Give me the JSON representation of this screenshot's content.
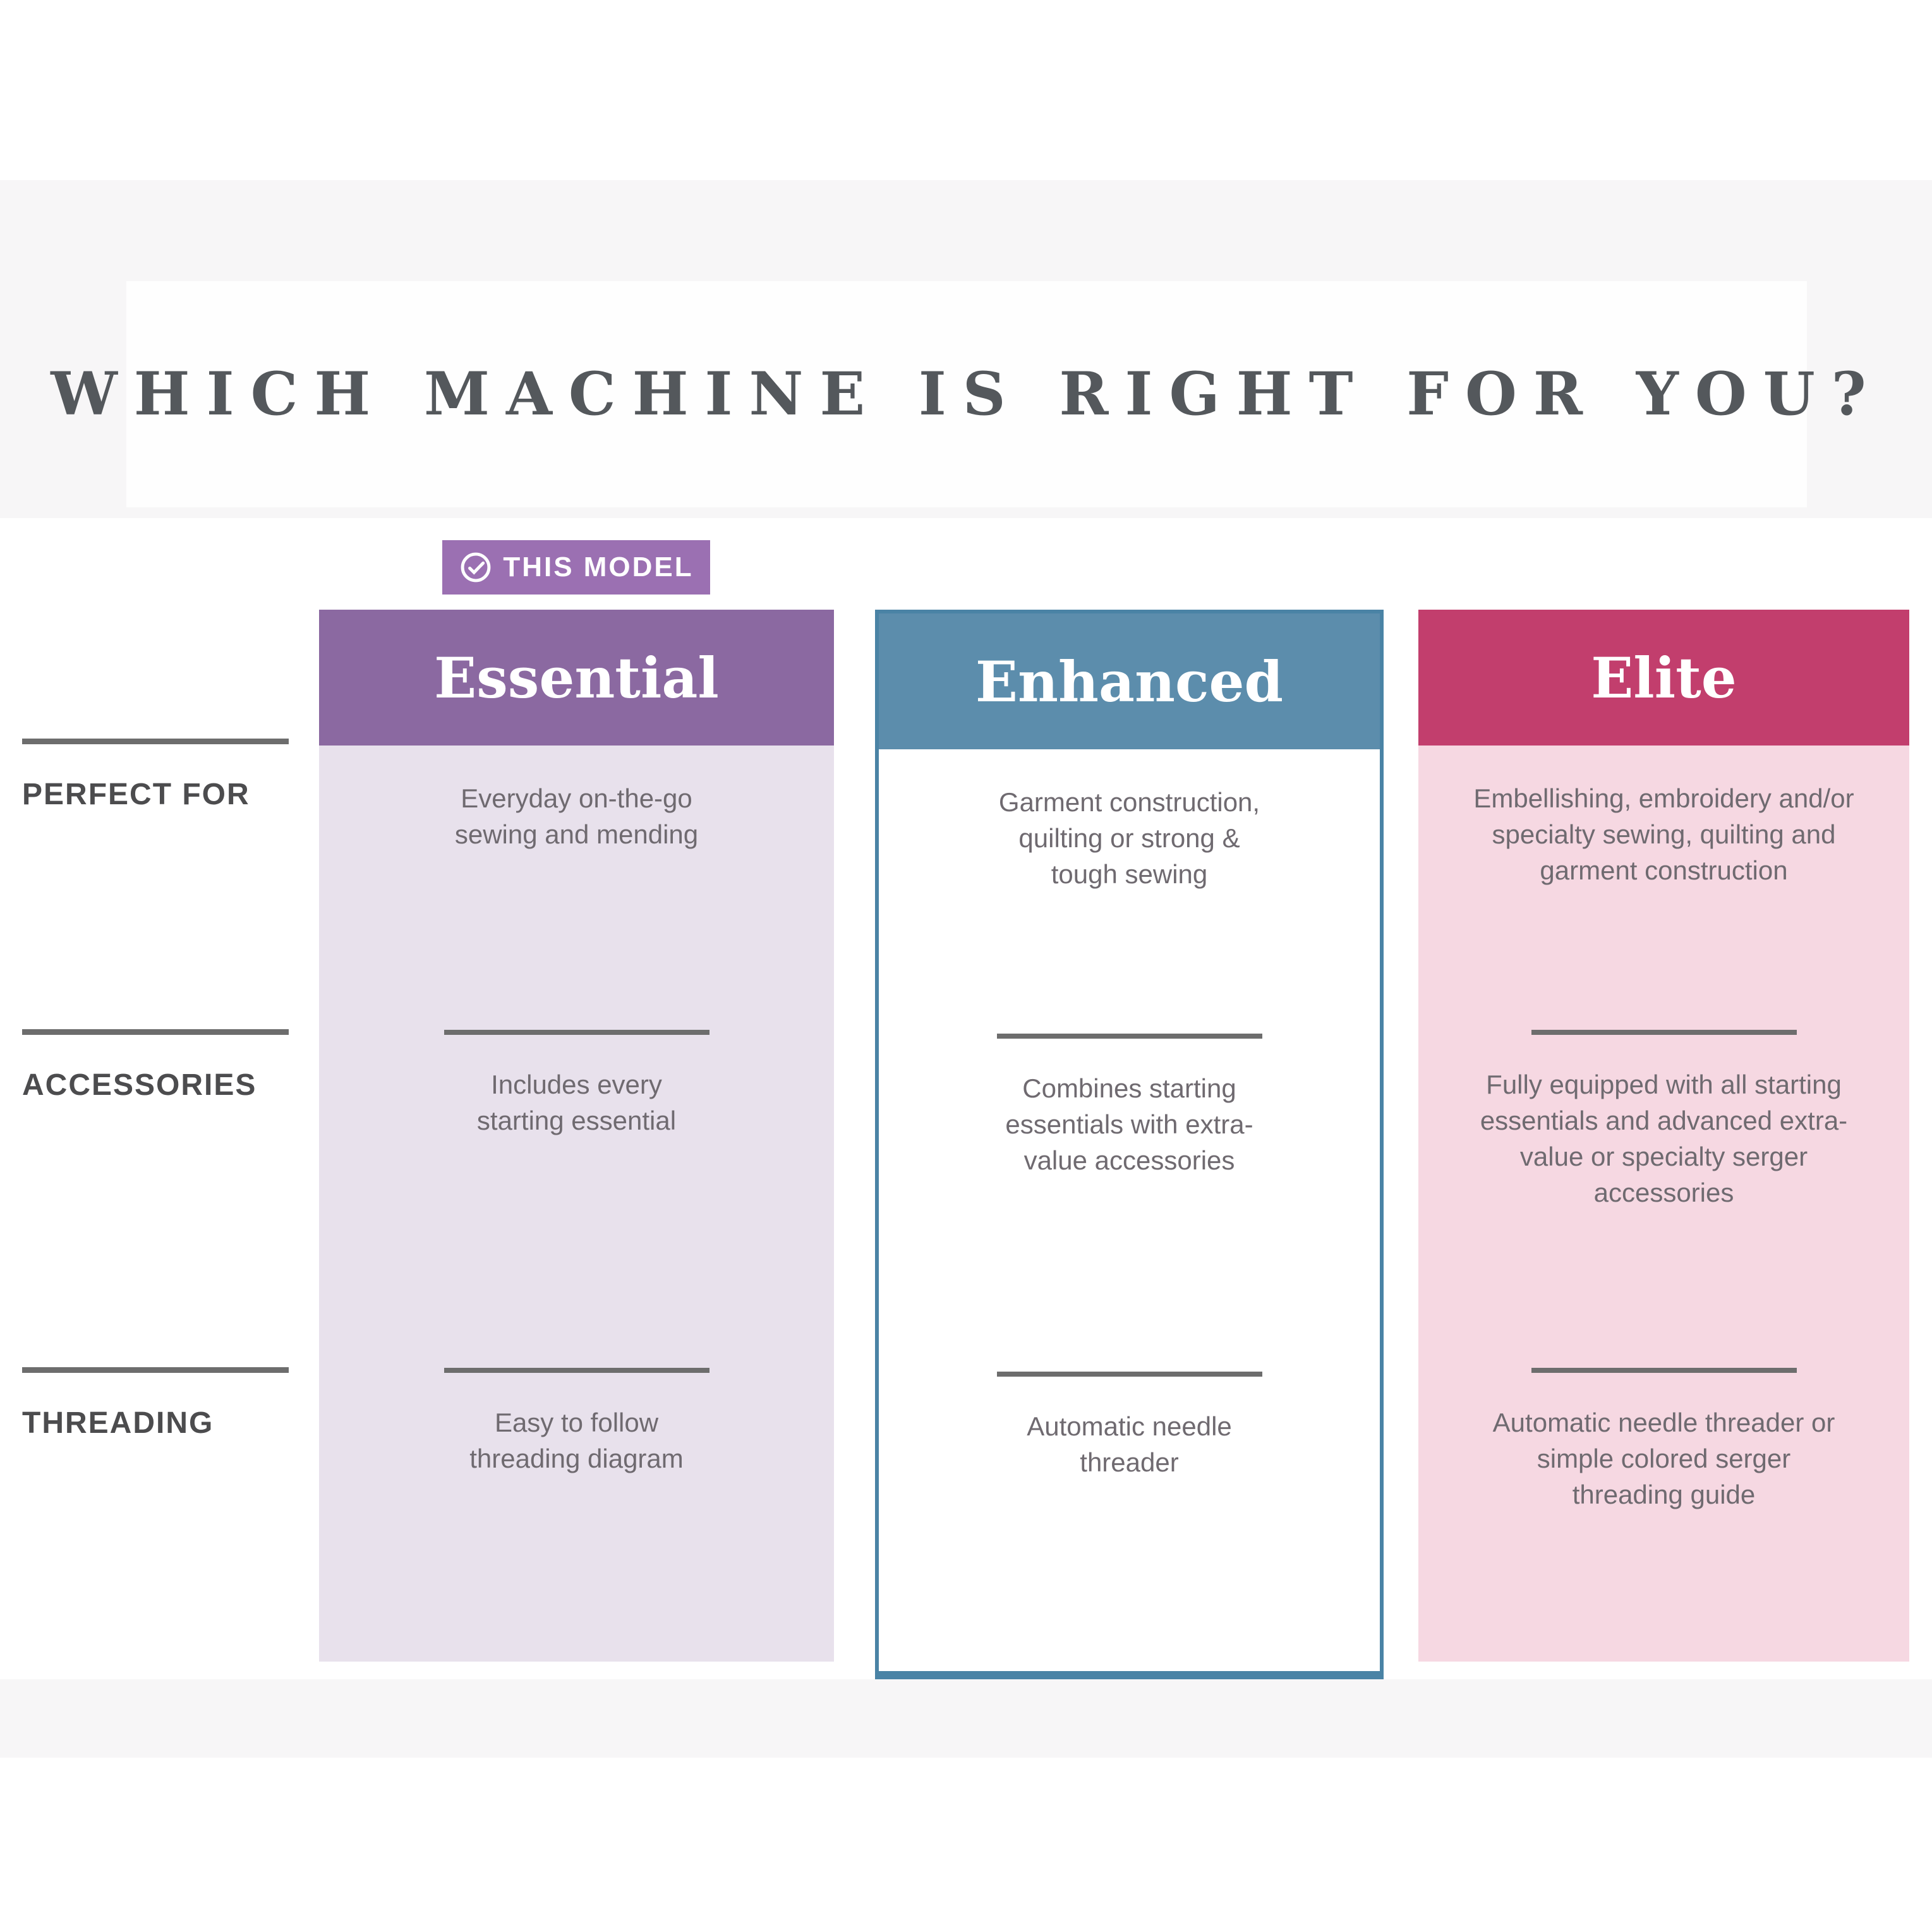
{
  "title": "WHICH MACHINE IS RIGHT FOR YOU?",
  "badge": {
    "label": "THIS MODEL",
    "icon": "check-circle-icon",
    "color": "#9b70b2"
  },
  "row_labels": {
    "perfect_for": "PERFECT FOR",
    "accessories": "ACCESSORIES",
    "threading": "THREADING"
  },
  "colors": {
    "band_gray": "#f7f6f7",
    "divider_gray": "#6d6d6d",
    "cell_text": "#6f6a70",
    "title_text": "#54585c"
  },
  "columns": [
    {
      "name": "Essential",
      "highlighted_as_this_model": true,
      "header_color": "#8b69a1",
      "body_color": "#e8e1ec",
      "perfect_for": "Everyday on-the-go sewing and mending",
      "accessories": "Includes every starting essential",
      "threading": "Easy to follow threading diagram"
    },
    {
      "name": "Enhanced",
      "highlighted_as_this_model": false,
      "header_color": "#5c8dac",
      "body_color": "#ffffff",
      "border_color": "#4a83a5",
      "perfect_for": "Garment construction, quilting or strong & tough sewing",
      "accessories": "Combines starting essentials with extra-value accessories",
      "threading": "Automatic needle threader"
    },
    {
      "name": "Elite",
      "highlighted_as_this_model": false,
      "header_color": "#c23e6d",
      "body_color": "#f6d8e2",
      "perfect_for": "Embellishing, embroidery and/or specialty sewing, quilting and garment construction",
      "accessories": "Fully equipped with all starting essentials and advanced extra-value or specialty serger accessories",
      "threading": "Automatic needle threader or simple colored serger threading guide"
    }
  ]
}
